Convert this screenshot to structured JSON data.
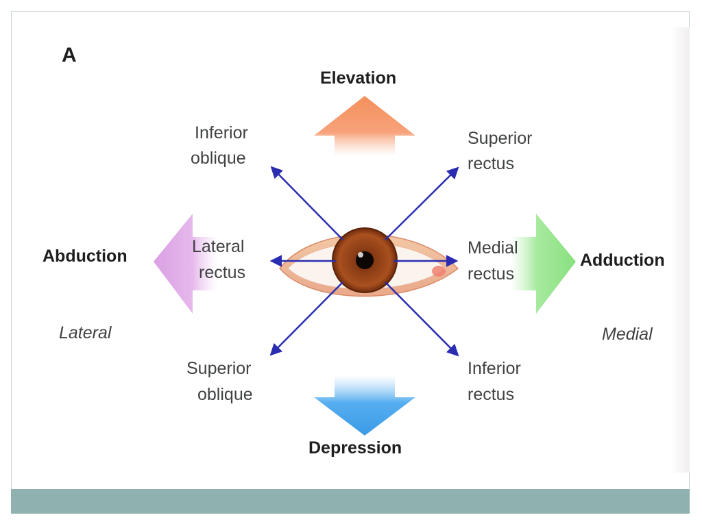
{
  "panel_label": "A",
  "directions": {
    "up": "Elevation",
    "down": "Depression",
    "left": "Abduction",
    "right": "Adduction"
  },
  "sides": {
    "left": "Lateral",
    "right": "Medial"
  },
  "muscles": {
    "inferior_oblique": [
      "Inferior",
      "oblique"
    ],
    "superior_rectus": [
      "Superior",
      "rectus"
    ],
    "lateral_rectus": [
      "Lateral",
      "rectus"
    ],
    "medial_rectus": [
      "Medial",
      "rectus"
    ],
    "superior_oblique": [
      "Superior",
      "oblique"
    ],
    "inferior_rectus": [
      "Inferior",
      "rectus"
    ]
  },
  "colors": {
    "elevation_arrow": "#f4905c",
    "depression_arrow": "#3a9be6",
    "abduction_arrow": "#d9a0e2",
    "adduction_arrow": "#88e07e",
    "muscle_vector": "#2a2db0",
    "iris": "#8a3c15",
    "band": "#8fb2b0"
  }
}
